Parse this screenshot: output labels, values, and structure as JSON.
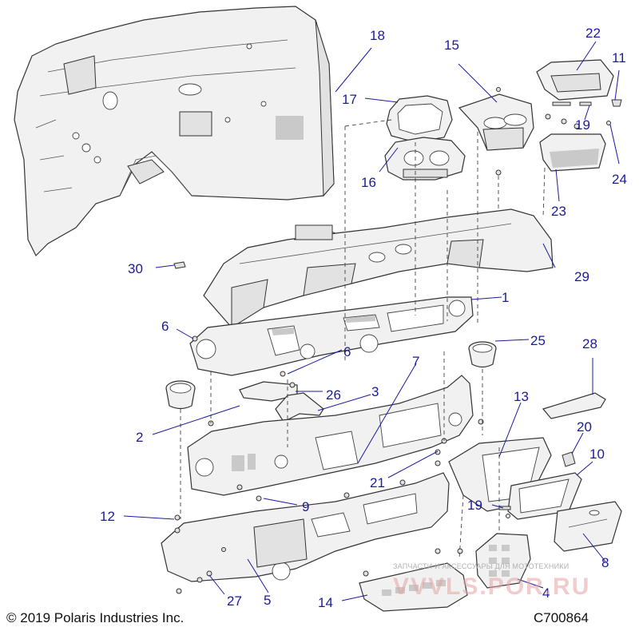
{
  "labels": {
    "l1": "1",
    "l2": "2",
    "l3": "3",
    "l4": "4",
    "l5": "5",
    "l6a": "6",
    "l6b": "6",
    "l7": "7",
    "l8": "8",
    "l9": "9",
    "l10": "10",
    "l11": "11",
    "l12": "12",
    "l13": "13",
    "l14": "14",
    "l15": "15",
    "l16": "16",
    "l17": "17",
    "l18": "18",
    "l19a": "19",
    "l19b": "19",
    "l20": "20",
    "l21": "21",
    "l22": "22",
    "l23": "23",
    "l24": "24",
    "l25": "25",
    "l26": "26",
    "l27": "27",
    "l28": "28",
    "l29": "29",
    "l30": "30"
  },
  "footer": {
    "copyright": "© 2019 Polaris Industries Inc.",
    "code": "C700864"
  },
  "watermark": {
    "text": "ЗАПЧАСТИ И АКСЕССУАРЫ ДЛЯ МОТОТЕХНИКИ",
    "logo_text": "VVVLS.POR.RU"
  },
  "colors": {
    "callout": "#1a1aa0",
    "watermark": "#d44a4a"
  }
}
